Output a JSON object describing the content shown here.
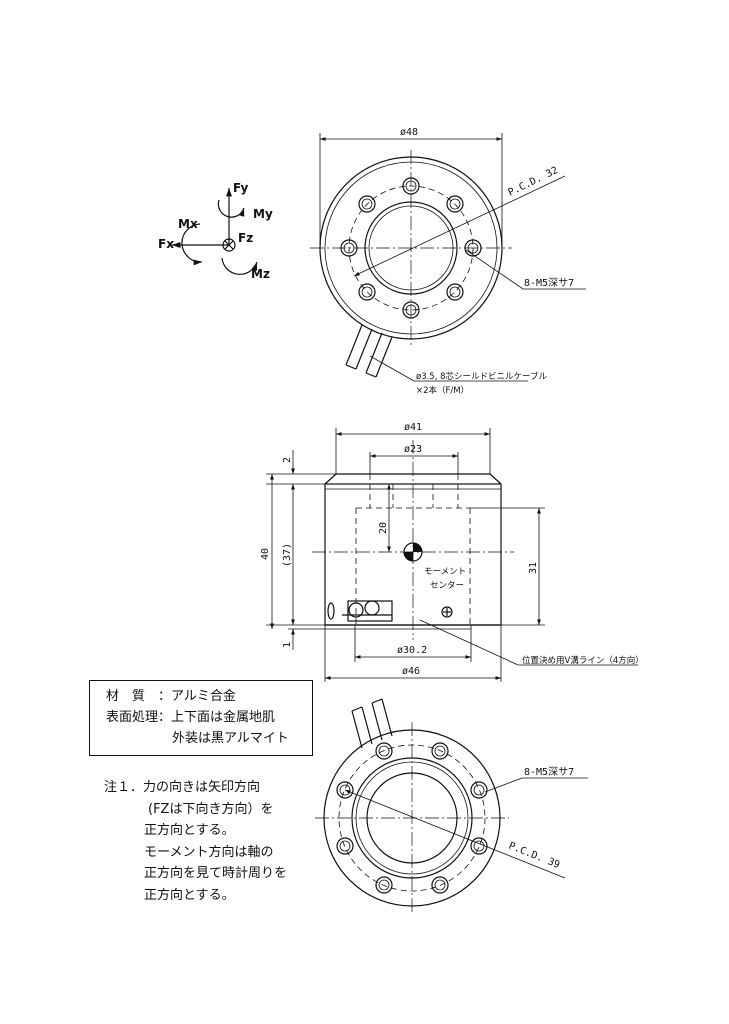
{
  "axes_legend": {
    "fy": "Fy",
    "my": "My",
    "mx": "Mx",
    "fx": "Fx",
    "fz": "Fz",
    "mz": "Mz"
  },
  "top_view": {
    "dim_outer": "ø48",
    "pcd": "P.C.D. 32",
    "holes": "8-M5深サ7",
    "cable_line1": "ø3.5, 8芯シールドビニルケーブル",
    "cable_line2": "×2本（F/M）"
  },
  "side_view": {
    "dim_top": "ø41",
    "dim_inner": "ø23",
    "dim_2": "2",
    "dim_40": "40",
    "dim_37": "(37)",
    "dim_20": "20",
    "dim_31": "31",
    "dim_1": "1",
    "moment_center_1": "モーメント",
    "moment_center_2": "センター",
    "dim_30": "ø30.2",
    "dim_46": "ø46",
    "v_groove": "位置決め用V溝ライン（4方向）"
  },
  "bottom_view": {
    "holes": "8-M5深サ7",
    "pcd": "P.C.D. 39"
  },
  "material_box": {
    "row1": "材　質　：アルミ合金",
    "row2": "表面処理：上下面は金属地肌",
    "row3": "外装は黒アルマイト"
  },
  "notes": {
    "line1": "注１．力の向きは矢印方向",
    "line2": "(FZは下向き方向）を",
    "line3": "正方向とする。",
    "line4": "モーメント方向は軸の",
    "line5": "正方向を見て時計周りを",
    "line6": "正方向とする。"
  }
}
